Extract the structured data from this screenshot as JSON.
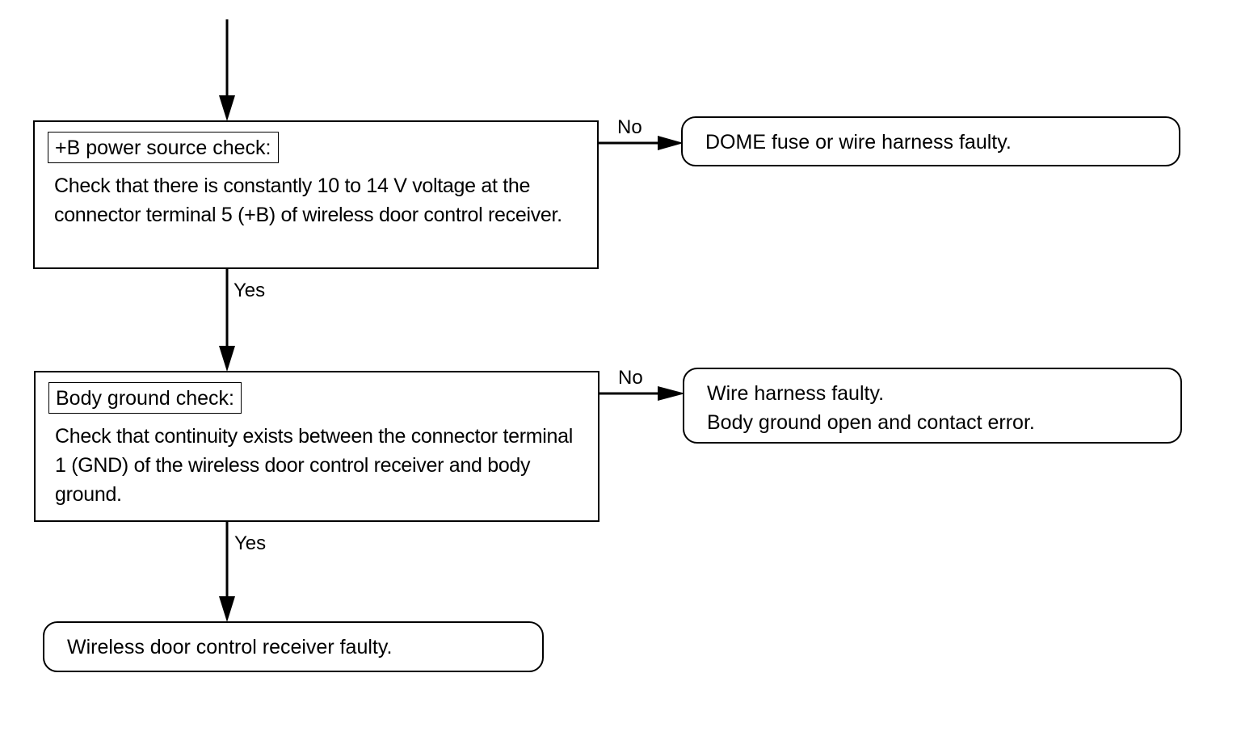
{
  "steps": [
    {
      "title": "+B power source check:",
      "body": "Check that there is constantly 10 to 14 V voltage at the connector terminal 5 (+B) of wireless door control receiver.",
      "no_label": "No",
      "yes_label": "Yes",
      "no_result": [
        "DOME fuse or wire harness faulty."
      ]
    },
    {
      "title": "Body ground check:",
      "body": "Check that continuity exists between the connector terminal 1 (GND) of the wireless door control receiver and body ground.",
      "no_label": "No",
      "yes_label": "Yes",
      "no_result": [
        "Wire harness faulty.",
        "Body ground open and contact error."
      ]
    }
  ],
  "final_result": "Wireless door control receiver faulty.",
  "colors": {
    "line": "#000000",
    "background": "#ffffff"
  }
}
